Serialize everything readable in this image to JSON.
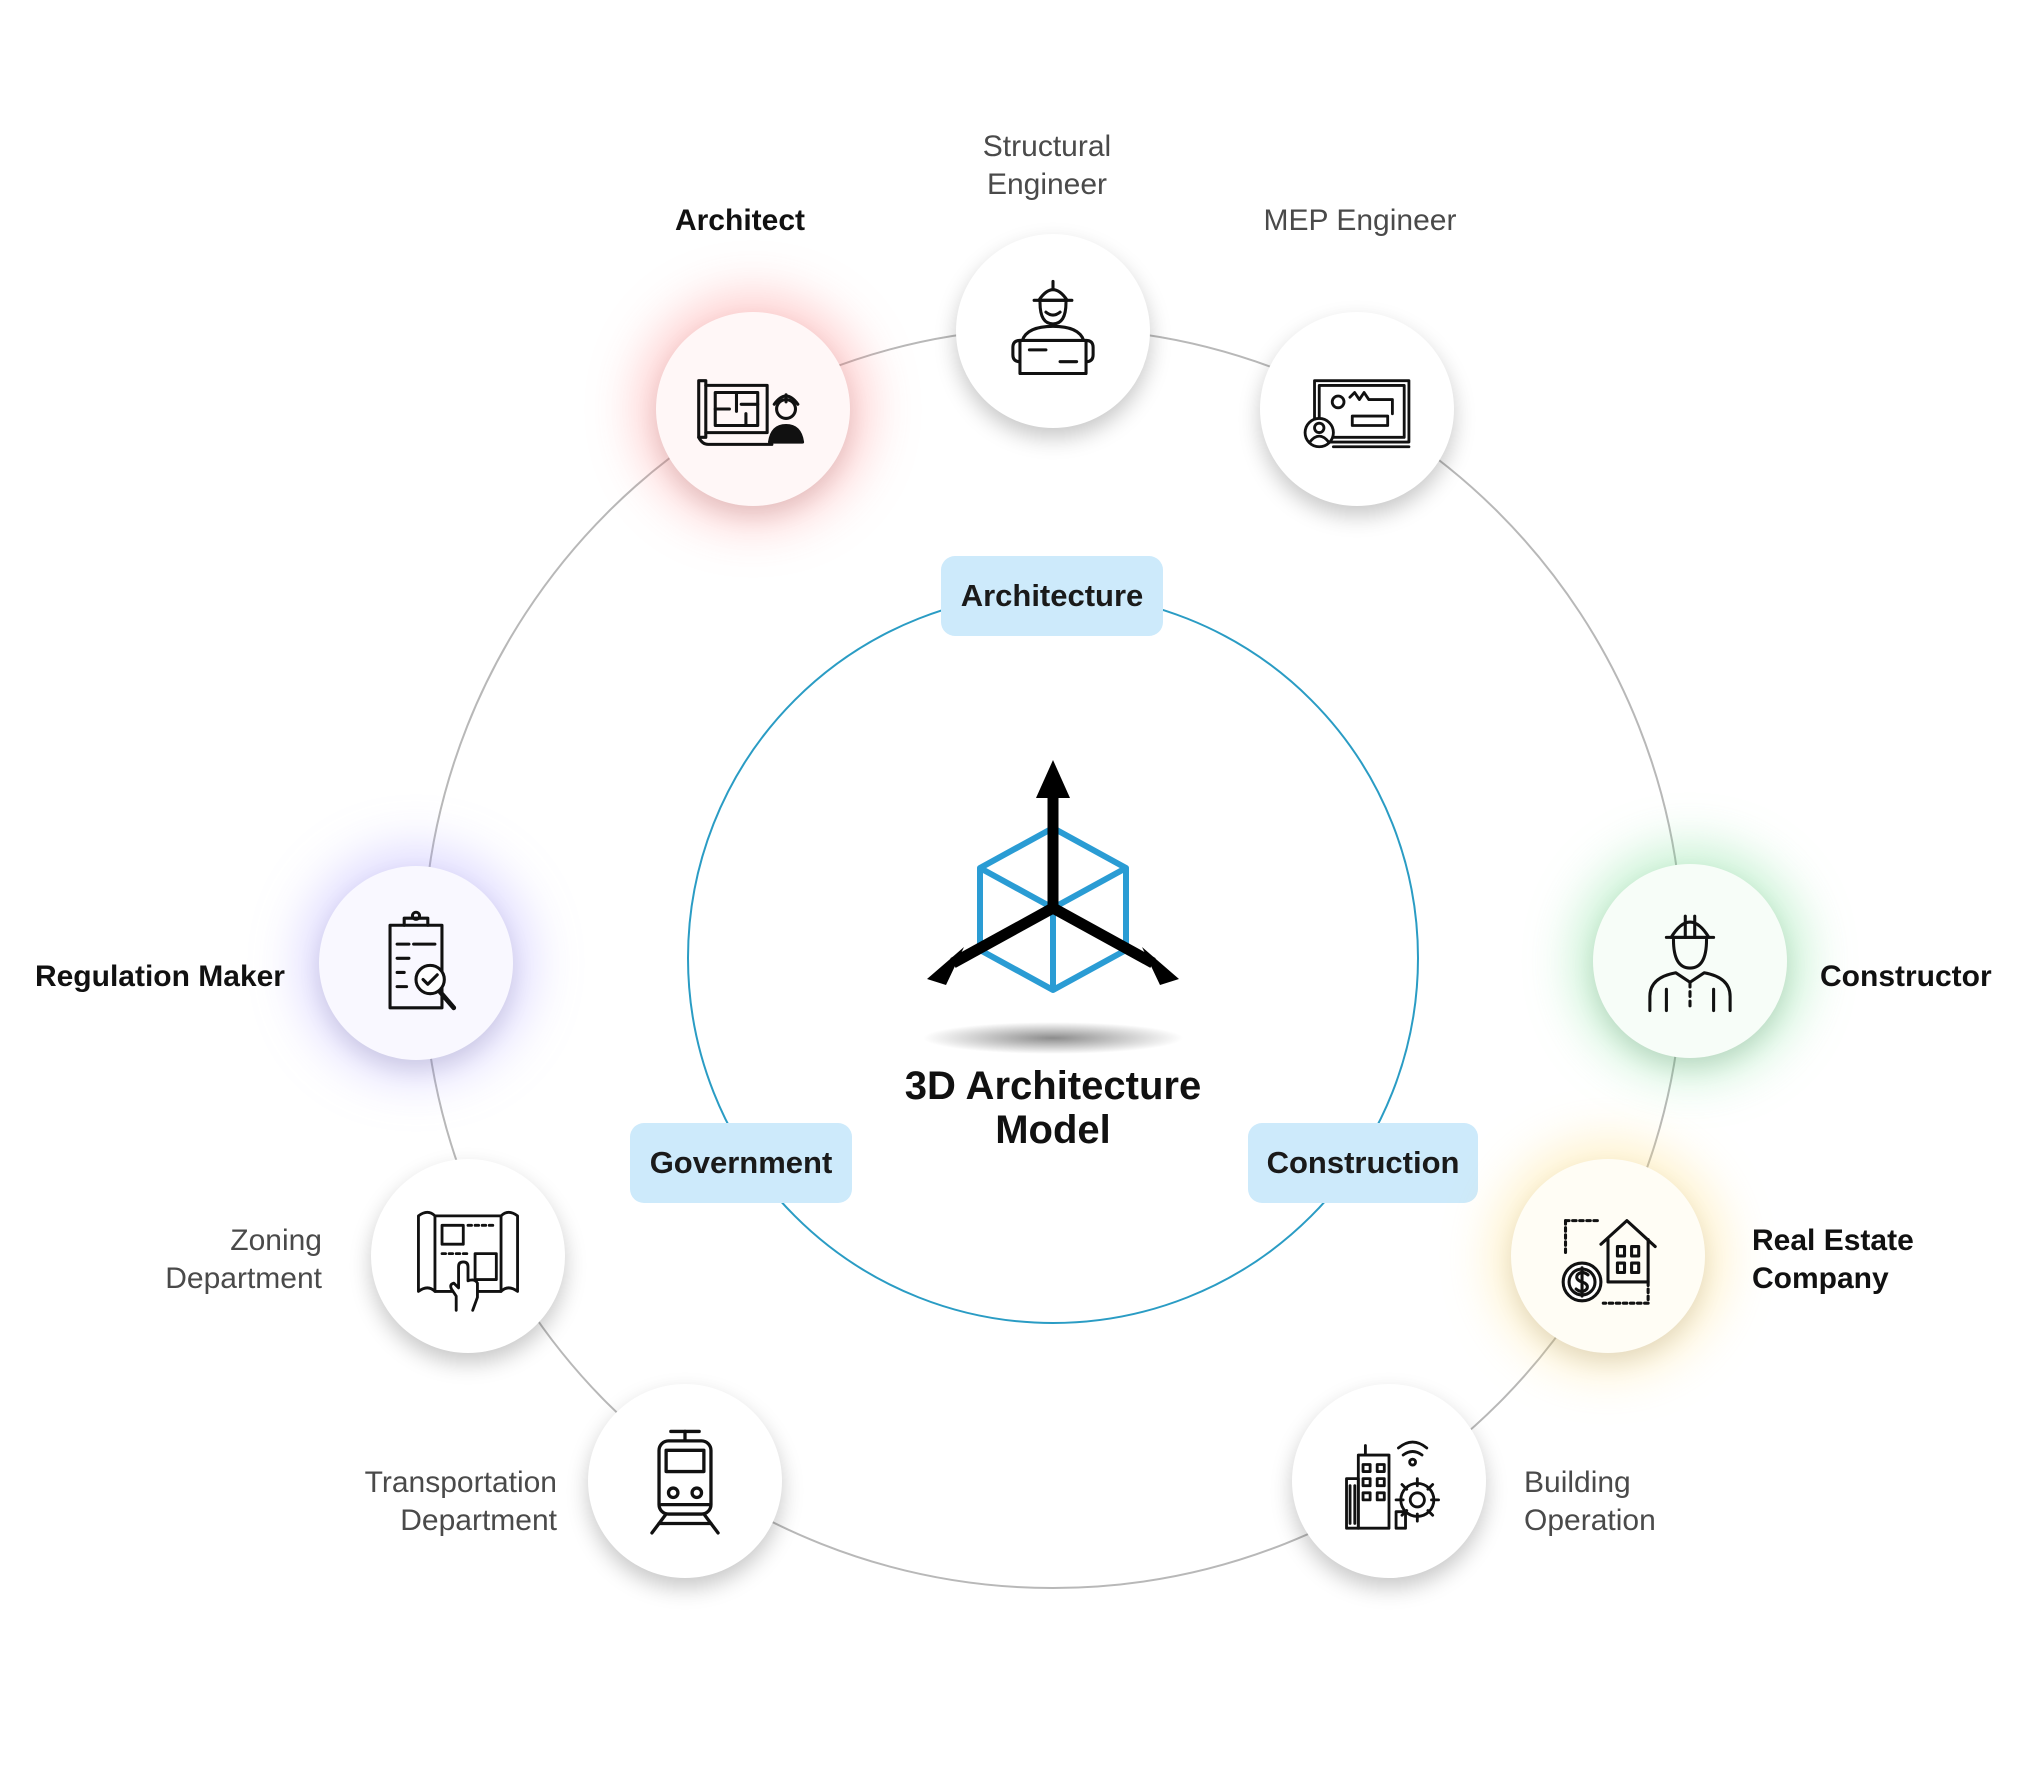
{
  "center": {
    "title_line1": "3D Architecture",
    "title_line2": "Model"
  },
  "categories": [
    {
      "label": "Architecture"
    },
    {
      "label": "Government"
    },
    {
      "label": "Construction"
    }
  ],
  "stakeholders": [
    {
      "label_lines": [
        "Architect"
      ],
      "icon": "blueprint-architect-icon",
      "highlight": "red"
    },
    {
      "label_lines": [
        "Structural",
        "Engineer"
      ],
      "icon": "engineer-blueprint-icon"
    },
    {
      "label_lines": [
        "MEP Engineer"
      ],
      "icon": "mep-monitor-icon"
    },
    {
      "label_lines": [
        "Regulation Maker"
      ],
      "icon": "clipboard-search-icon",
      "highlight": "purple"
    },
    {
      "label_lines": [
        "Constructor"
      ],
      "icon": "construction-worker-icon",
      "highlight": "green"
    },
    {
      "label_lines": [
        "Zoning",
        "Department"
      ],
      "icon": "zoning-map-icon"
    },
    {
      "label_lines": [
        "Real Estate",
        "Company"
      ],
      "icon": "real-estate-icon",
      "highlight": "yellow"
    },
    {
      "label_lines": [
        "Transportation",
        "Department"
      ],
      "icon": "train-icon"
    },
    {
      "label_lines": [
        "Building",
        "Operation"
      ],
      "icon": "smart-building-icon"
    }
  ],
  "colors": {
    "outer_ring": "#b8b8b8",
    "inner_ring": "#2a9cc4",
    "cube": "#2a9cd4",
    "pill": "#cdeafb"
  }
}
